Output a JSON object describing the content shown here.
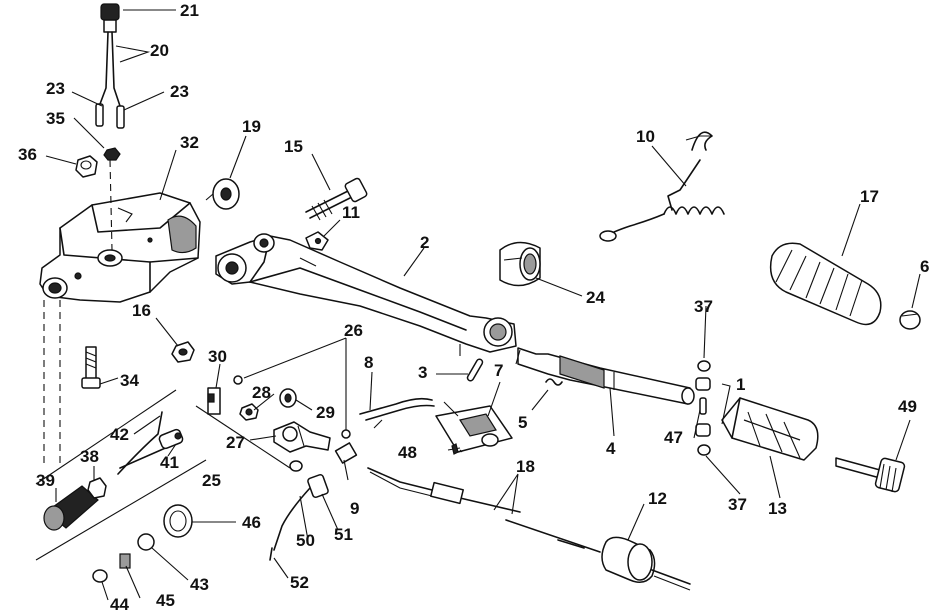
{
  "labels": {
    "l1": "1",
    "l2": "2",
    "l3": "3",
    "l4": "4",
    "l5": "5",
    "l6": "6",
    "l7": "7",
    "l8": "8",
    "l9": "9",
    "l10": "10",
    "l11": "11",
    "l12": "12",
    "l13": "13",
    "l15": "15",
    "l16": "16",
    "l17": "17",
    "l18": "18",
    "l19": "19",
    "l20": "20",
    "l21": "21",
    "l23a": "23",
    "l23b": "23",
    "l24": "24",
    "l25": "25",
    "l26": "26",
    "l27": "27",
    "l28": "28",
    "l29": "29",
    "l30": "30",
    "l32": "32",
    "l34": "34",
    "l35": "35",
    "l36": "36",
    "l37a": "37",
    "l37b": "37",
    "l38": "38",
    "l39": "39",
    "l41": "41",
    "l42": "42",
    "l43": "43",
    "l44": "44",
    "l45": "45",
    "l46": "46",
    "l47": "47",
    "l48": "48",
    "l49": "49",
    "l50": "50",
    "l51": "51",
    "l52": "52"
  }
}
